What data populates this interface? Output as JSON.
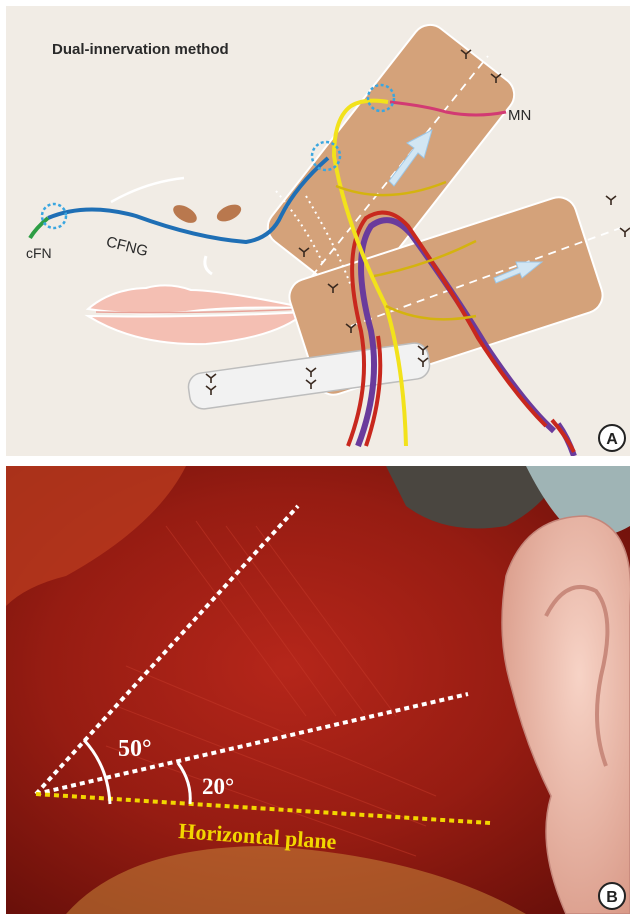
{
  "panel_a": {
    "title": "Dual-innervation method",
    "labels": {
      "mn": "MN",
      "cfn": "cFN",
      "cfng": "CFNG"
    },
    "badge": "A",
    "colors": {
      "background": "#f1ece5",
      "muscle_flap": "#d4a27a",
      "nerve_graft": "#1f6fb5",
      "facial_nerve": "#2e9e45",
      "masseteric_nerve": "#d23a73",
      "yellow_nerve": "#f2e21b",
      "artery": "#c8281e",
      "vein": "#6a3b9c",
      "lips": "#f4bfb3",
      "coaptation_circle": "#3aa6e0"
    }
  },
  "panel_b": {
    "angle_large": "50°",
    "angle_small": "20°",
    "reference_label": "Horizontal plane",
    "badge": "B",
    "colors": {
      "tissue": "#8e1a12",
      "reference_line": "#f2d600",
      "angle_lines": "#ffffff",
      "ear": "#eebbaa"
    }
  }
}
